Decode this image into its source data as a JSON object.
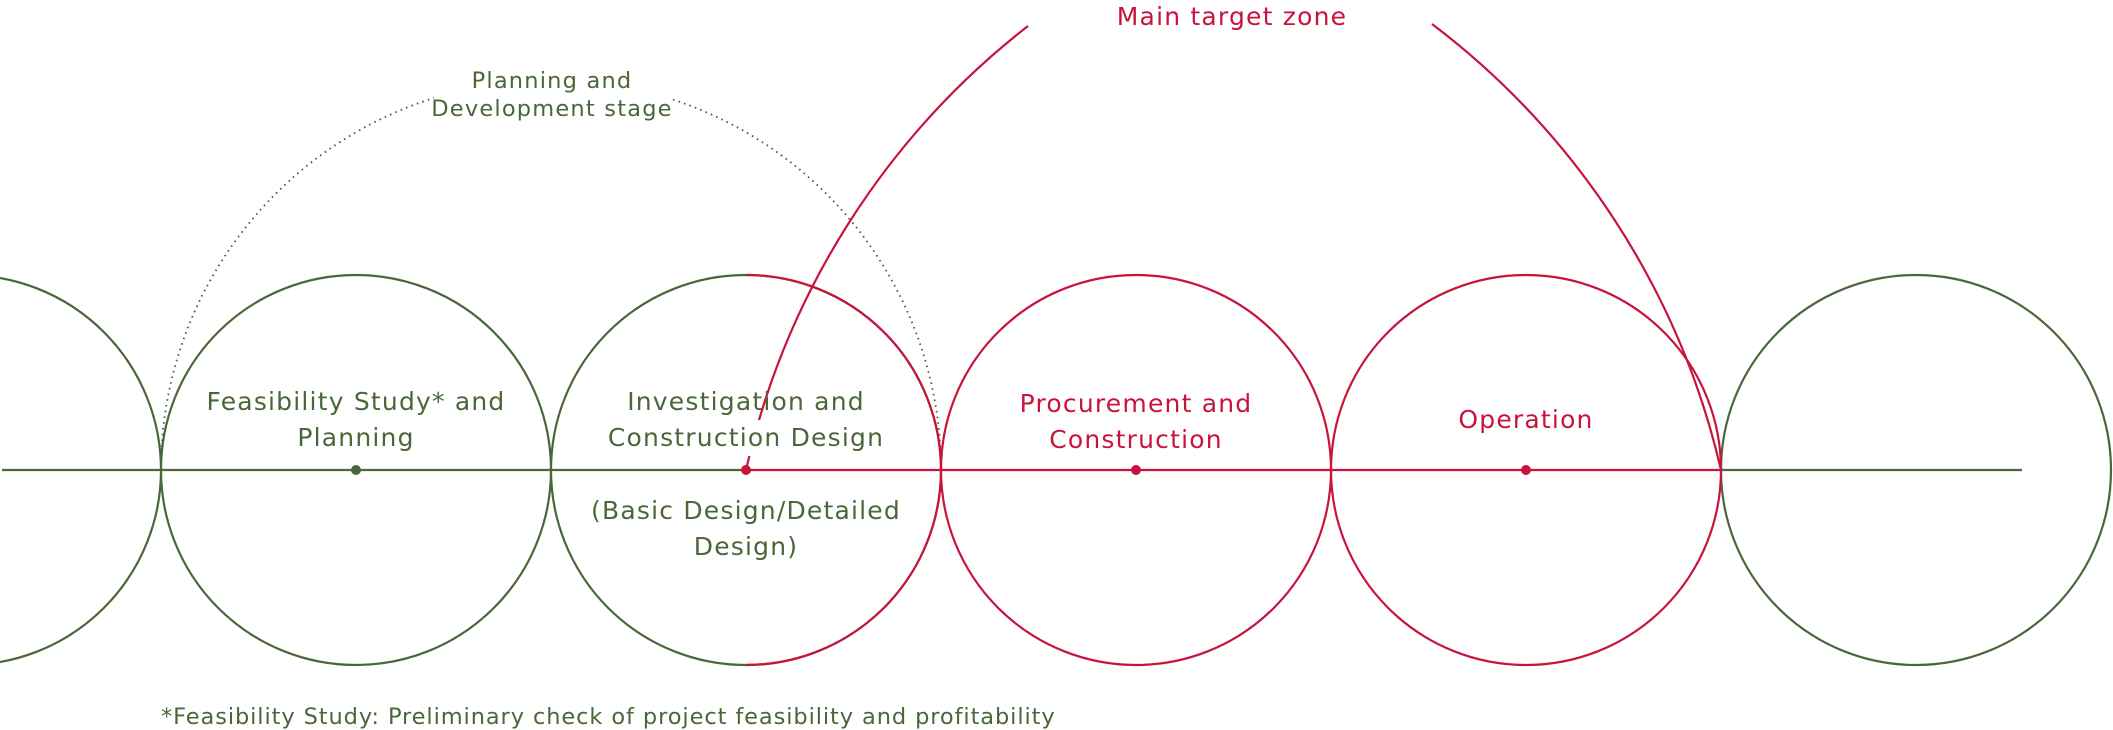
{
  "colors": {
    "green": "#4a673a",
    "red": "#c8143c",
    "dots": "#555555",
    "background": "#ffffff"
  },
  "labels": {
    "main_target_zone": "Main target zone",
    "planning_stage_line1": "Planning and",
    "planning_stage_line2": "Development stage",
    "feasibility_line1": "Feasibility Study* and",
    "feasibility_line2": "Planning",
    "investigation_line1": "Investigation and",
    "investigation_line2": "Construction Design",
    "investigation_sub_line1": "(Basic Design/Detailed",
    "investigation_sub_line2": "Design)",
    "procurement_line1": "Procurement and",
    "procurement_line2": "Construction",
    "operation": "Operation",
    "footnote": "*Feasibility Study: Preliminary check of project feasibility and profitability"
  }
}
